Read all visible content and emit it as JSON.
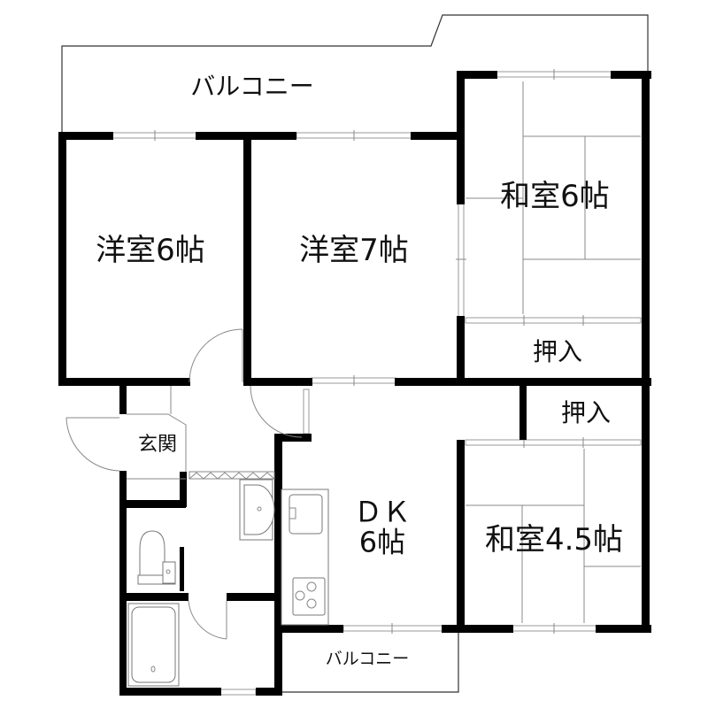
{
  "floor_plan": {
    "title": "",
    "rooms": [
      {
        "id": "balcony-north",
        "label": "バルコニー",
        "type": "balcony"
      },
      {
        "id": "western-room-a",
        "label": "洋室6帖",
        "type": "western",
        "size_jo": 6
      },
      {
        "id": "western-room-b",
        "label": "洋室7帖",
        "type": "western",
        "size_jo": 7
      },
      {
        "id": "japanese-room-a",
        "label": "和室6帖",
        "type": "japanese",
        "size_jo": 6
      },
      {
        "id": "closet-a",
        "label": "押入",
        "type": "closet"
      },
      {
        "id": "closet-b",
        "label": "押入",
        "type": "closet"
      },
      {
        "id": "entrance",
        "label": "玄関",
        "type": "entrance"
      },
      {
        "id": "dining-kitchen",
        "label_line1": "ＤＫ",
        "label_line2": "6帖",
        "type": "dk",
        "size_jo": 6
      },
      {
        "id": "japanese-room-b",
        "label": "和室4.5帖",
        "type": "japanese",
        "size_jo": 4.5
      },
      {
        "id": "balcony-south",
        "label": "バルコニー",
        "type": "balcony"
      }
    ],
    "fixtures": [
      "kitchen-sink",
      "stove-burners",
      "washbasin",
      "toilet",
      "bathtub",
      "shoe-cabinet"
    ],
    "colors": {
      "wall": "#000000",
      "line": "#888888",
      "background": "#ffffff"
    }
  }
}
